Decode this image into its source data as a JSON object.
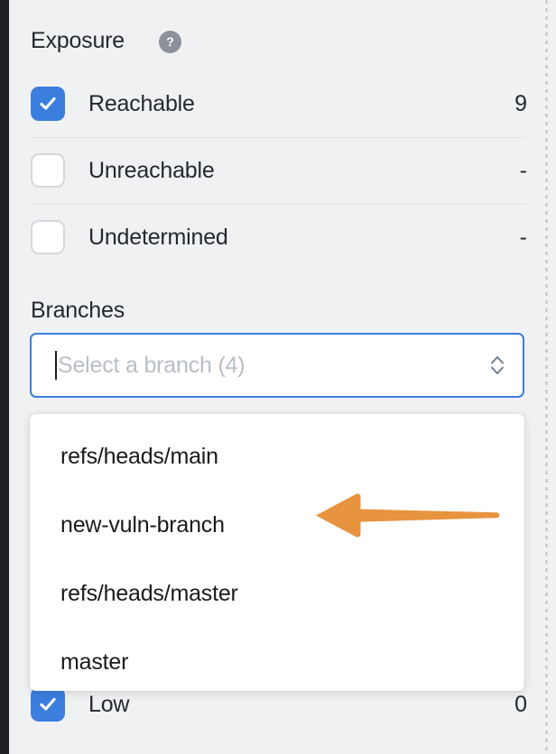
{
  "theme": {
    "page_bg": "#f0f1f3",
    "accent_blue": "#3b7edd",
    "annotation_orange": "#e8933e",
    "text_dark": "#24292f",
    "placeholder_gray": "#b9bec6",
    "divider_gray": "#e2e4e8",
    "rail_dark": "#1f2024"
  },
  "exposure": {
    "title": "Exposure",
    "help_icon": "question-mark-circle-icon",
    "help_tooltip_label": "?",
    "rows": [
      {
        "label": "Reachable",
        "count": "9",
        "checked": true,
        "icon": "checkbox-checked-icon"
      },
      {
        "label": "Unreachable",
        "count": "-",
        "checked": false,
        "icon": "checkbox-unchecked-icon"
      },
      {
        "label": "Undetermined",
        "count": "-",
        "checked": false,
        "icon": "checkbox-unchecked-icon"
      }
    ]
  },
  "branches": {
    "title": "Branches",
    "select": {
      "placeholder": "Select a branch (4)",
      "value": "",
      "focused": true,
      "caret_visible": true,
      "chevron_icon": "chevron-up-down-icon"
    },
    "dropdown": {
      "open": true,
      "options": [
        {
          "label": "refs/heads/main"
        },
        {
          "label": "new-vuln-branch"
        },
        {
          "label": "refs/heads/master"
        },
        {
          "label": "master"
        }
      ]
    }
  },
  "severity_behind": {
    "label": "Low",
    "count": "0",
    "checked": true,
    "icon": "checkbox-checked-icon"
  },
  "annotation": {
    "type": "arrow",
    "icon": "arrow-left-annotation-icon",
    "direction": "left",
    "points_at": "new-vuln-branch",
    "color": "#e8933e"
  }
}
